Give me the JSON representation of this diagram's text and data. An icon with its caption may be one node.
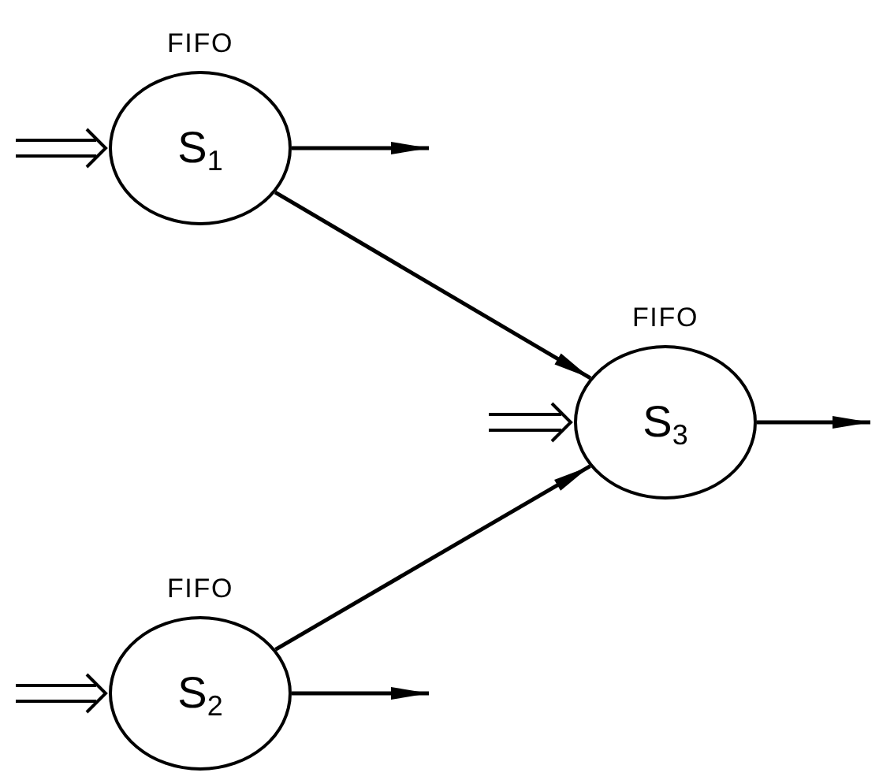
{
  "diagram": {
    "nodes": [
      {
        "text": [
          "S$_{1}$"
        ],
        "beside": [
          "FIFO"
        ]
      },
      {
        "text": [
          "S$_{2}$"
        ],
        "beside": [
          "FIFO"
        ]
      },
      {
        "text": [
          "S$_{3}$"
        ],
        "beside": [
          "FIFO"
        ]
      }
    ],
    "edges": [
      {
        "from": null,
        "to": 0,
        "arrow": "to"
      },
      {
        "from": 0,
        "to": null,
        "arrow": "to"
      },
      {
        "from": 0,
        "to": 2,
        "arrow": "to"
      },
      {
        "from": null,
        "to": 2,
        "arrow": "to"
      },
      {
        "from": 2,
        "to": null,
        "arrow": "to"
      },
      {
        "from": null,
        "to": 1,
        "arrow": "to"
      },
      {
        "from": 1,
        "to": 2,
        "arrow": "to"
      },
      {
        "from": 1,
        "to": null,
        "arrow": "to"
      }
    ]
  }
}
